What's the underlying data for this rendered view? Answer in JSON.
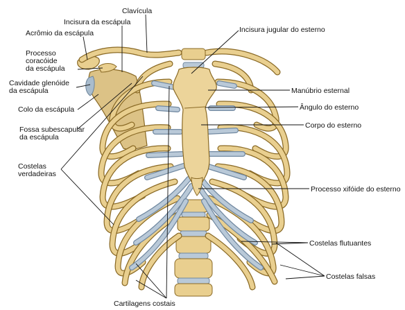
{
  "labels": {
    "clavicula": "Clavícula",
    "incisura_escapula": "Incisura da escápula",
    "acromio": "Acrômio da escápula",
    "processo_coracoide_1": "Processo",
    "processo_coracoide_2": "coracóide",
    "processo_coracoide_3": "da escápula",
    "cavidade_glenoide_1": "Cavidade glenóide",
    "cavidade_glenoide_2": "da escápula",
    "colo_escapula": "Colo da escápula",
    "fossa_subescapular_1": "Fossa subescapular",
    "fossa_subescapular_2": "da escápula",
    "costelas_verdadeiras_1": "Costelas",
    "costelas_verdadeiras_2": "verdadeiras",
    "cartilagens_costais": "Cartilagens costais",
    "incisura_jugular": "Incisura jugular do esterno",
    "manubrio": "Manúbrio esternal",
    "angulo_esterno": "Ângulo do esterno",
    "corpo_esterno": "Corpo do esterno",
    "processo_xifoide": "Processo xifóide do esterno",
    "costelas_flutuantes": "Costelas flutuantes",
    "costelas_falsas": "Costelas falsas"
  },
  "colors": {
    "bone": "#e9cf8f",
    "bone_outline": "#8a6a26",
    "cartilage": "#b9c9d8",
    "cartilage_outline": "#7088a0",
    "text": "#111111"
  }
}
